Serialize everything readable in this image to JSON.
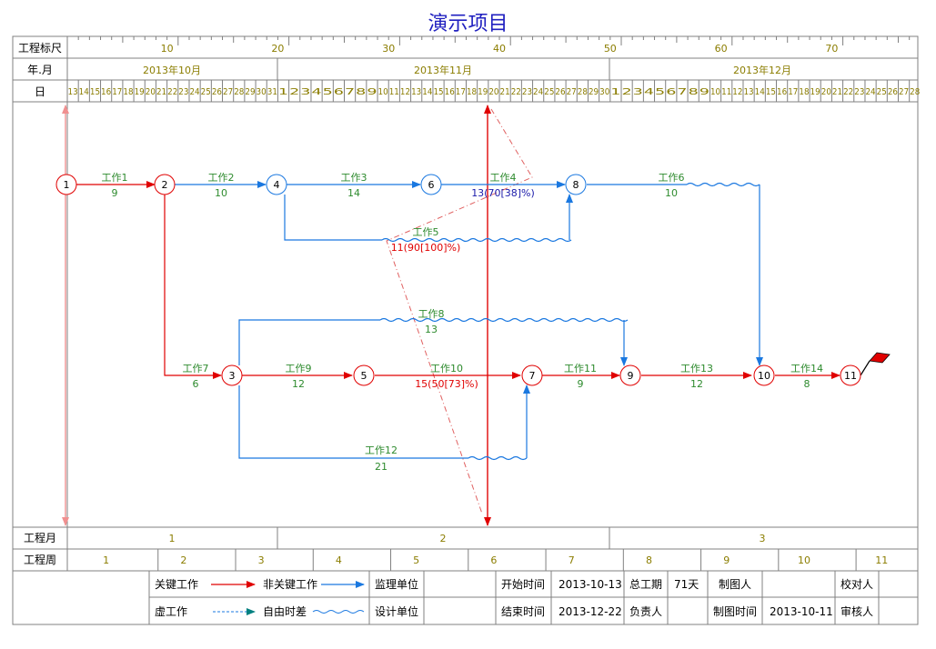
{
  "title": "演示项目",
  "scale": {
    "row_label": "工程标尺",
    "ticks": [
      "10",
      "20",
      "30",
      "40",
      "50",
      "60",
      "70"
    ]
  },
  "month_row": {
    "label": "年.月",
    "months": [
      "2013年10月",
      "2013年11月",
      "2013年12月"
    ]
  },
  "day_row": {
    "label": "日",
    "days": [
      "13",
      "14",
      "15",
      "16",
      "17",
      "18",
      "19",
      "20",
      "21",
      "22",
      "23",
      "24",
      "25",
      "26",
      "27",
      "28",
      "29",
      "30",
      "31",
      "1",
      "2",
      "3",
      "4",
      "5",
      "6",
      "7",
      "8",
      "9",
      "10",
      "11",
      "12",
      "13",
      "14",
      "15",
      "16",
      "17",
      "18",
      "19",
      "20",
      "21",
      "22",
      "23",
      "24",
      "25",
      "26",
      "27",
      "28",
      "29",
      "30",
      "1",
      "2",
      "3",
      "4",
      "5",
      "6",
      "7",
      "8",
      "9",
      "10",
      "11",
      "12",
      "13",
      "14",
      "15",
      "16",
      "17",
      "18",
      "19",
      "20",
      "21",
      "22",
      "23",
      "24",
      "25",
      "26",
      "27",
      "28"
    ]
  },
  "nodes": [
    "1",
    "2",
    "3",
    "4",
    "5",
    "6",
    "7",
    "8",
    "9",
    "10",
    "11"
  ],
  "tasks": [
    {
      "name": "工作1",
      "duration": "9"
    },
    {
      "name": "工作2",
      "duration": "10"
    },
    {
      "name": "工作3",
      "duration": "14"
    },
    {
      "name": "工作4",
      "duration": "13(70[38]%)"
    },
    {
      "name": "工作5",
      "duration": "11(90[100]%)"
    },
    {
      "name": "工作6",
      "duration": "10"
    },
    {
      "name": "工作7",
      "duration": "6"
    },
    {
      "name": "工作8",
      "duration": "13"
    },
    {
      "name": "工作9",
      "duration": "12"
    },
    {
      "name": "工作10",
      "duration": "15(50[73]%)"
    },
    {
      "name": "工作11",
      "duration": "9"
    },
    {
      "name": "工作12",
      "duration": "21"
    },
    {
      "name": "工作13",
      "duration": "12"
    },
    {
      "name": "工作14",
      "duration": "8"
    }
  ],
  "bottom": {
    "month_label": "工程月",
    "months": [
      "1",
      "2",
      "3"
    ],
    "week_label": "工程周",
    "weeks": [
      "1",
      "2",
      "3",
      "4",
      "5",
      "6",
      "7",
      "8",
      "9",
      "10",
      "11"
    ]
  },
  "legend": {
    "critical": "关键工作",
    "noncritical": "非关键工作",
    "virtual": "虚工作",
    "free_float": "自由时差",
    "supervisor": "监理单位",
    "designer": "设计单位",
    "start_label": "开始时间",
    "start_value": "2013-10-13",
    "end_label": "结束时间",
    "end_value": "2013-12-22",
    "duration_label": "总工期",
    "duration_value": "71天",
    "owner_label": "负责人",
    "drawer_label": "制图人",
    "drawdate_label": "制图时间",
    "drawdate_value": "2013-10-11",
    "checker_label": "校对人",
    "reviewer_label": "审核人"
  },
  "colors": {
    "critical": "#e00000",
    "noncritical": "#1a78e0",
    "label": "#2e8b2e",
    "grid": "#808080",
    "header_text": "#8b7d00",
    "title": "#2020c0",
    "check_line": "#e06060"
  }
}
